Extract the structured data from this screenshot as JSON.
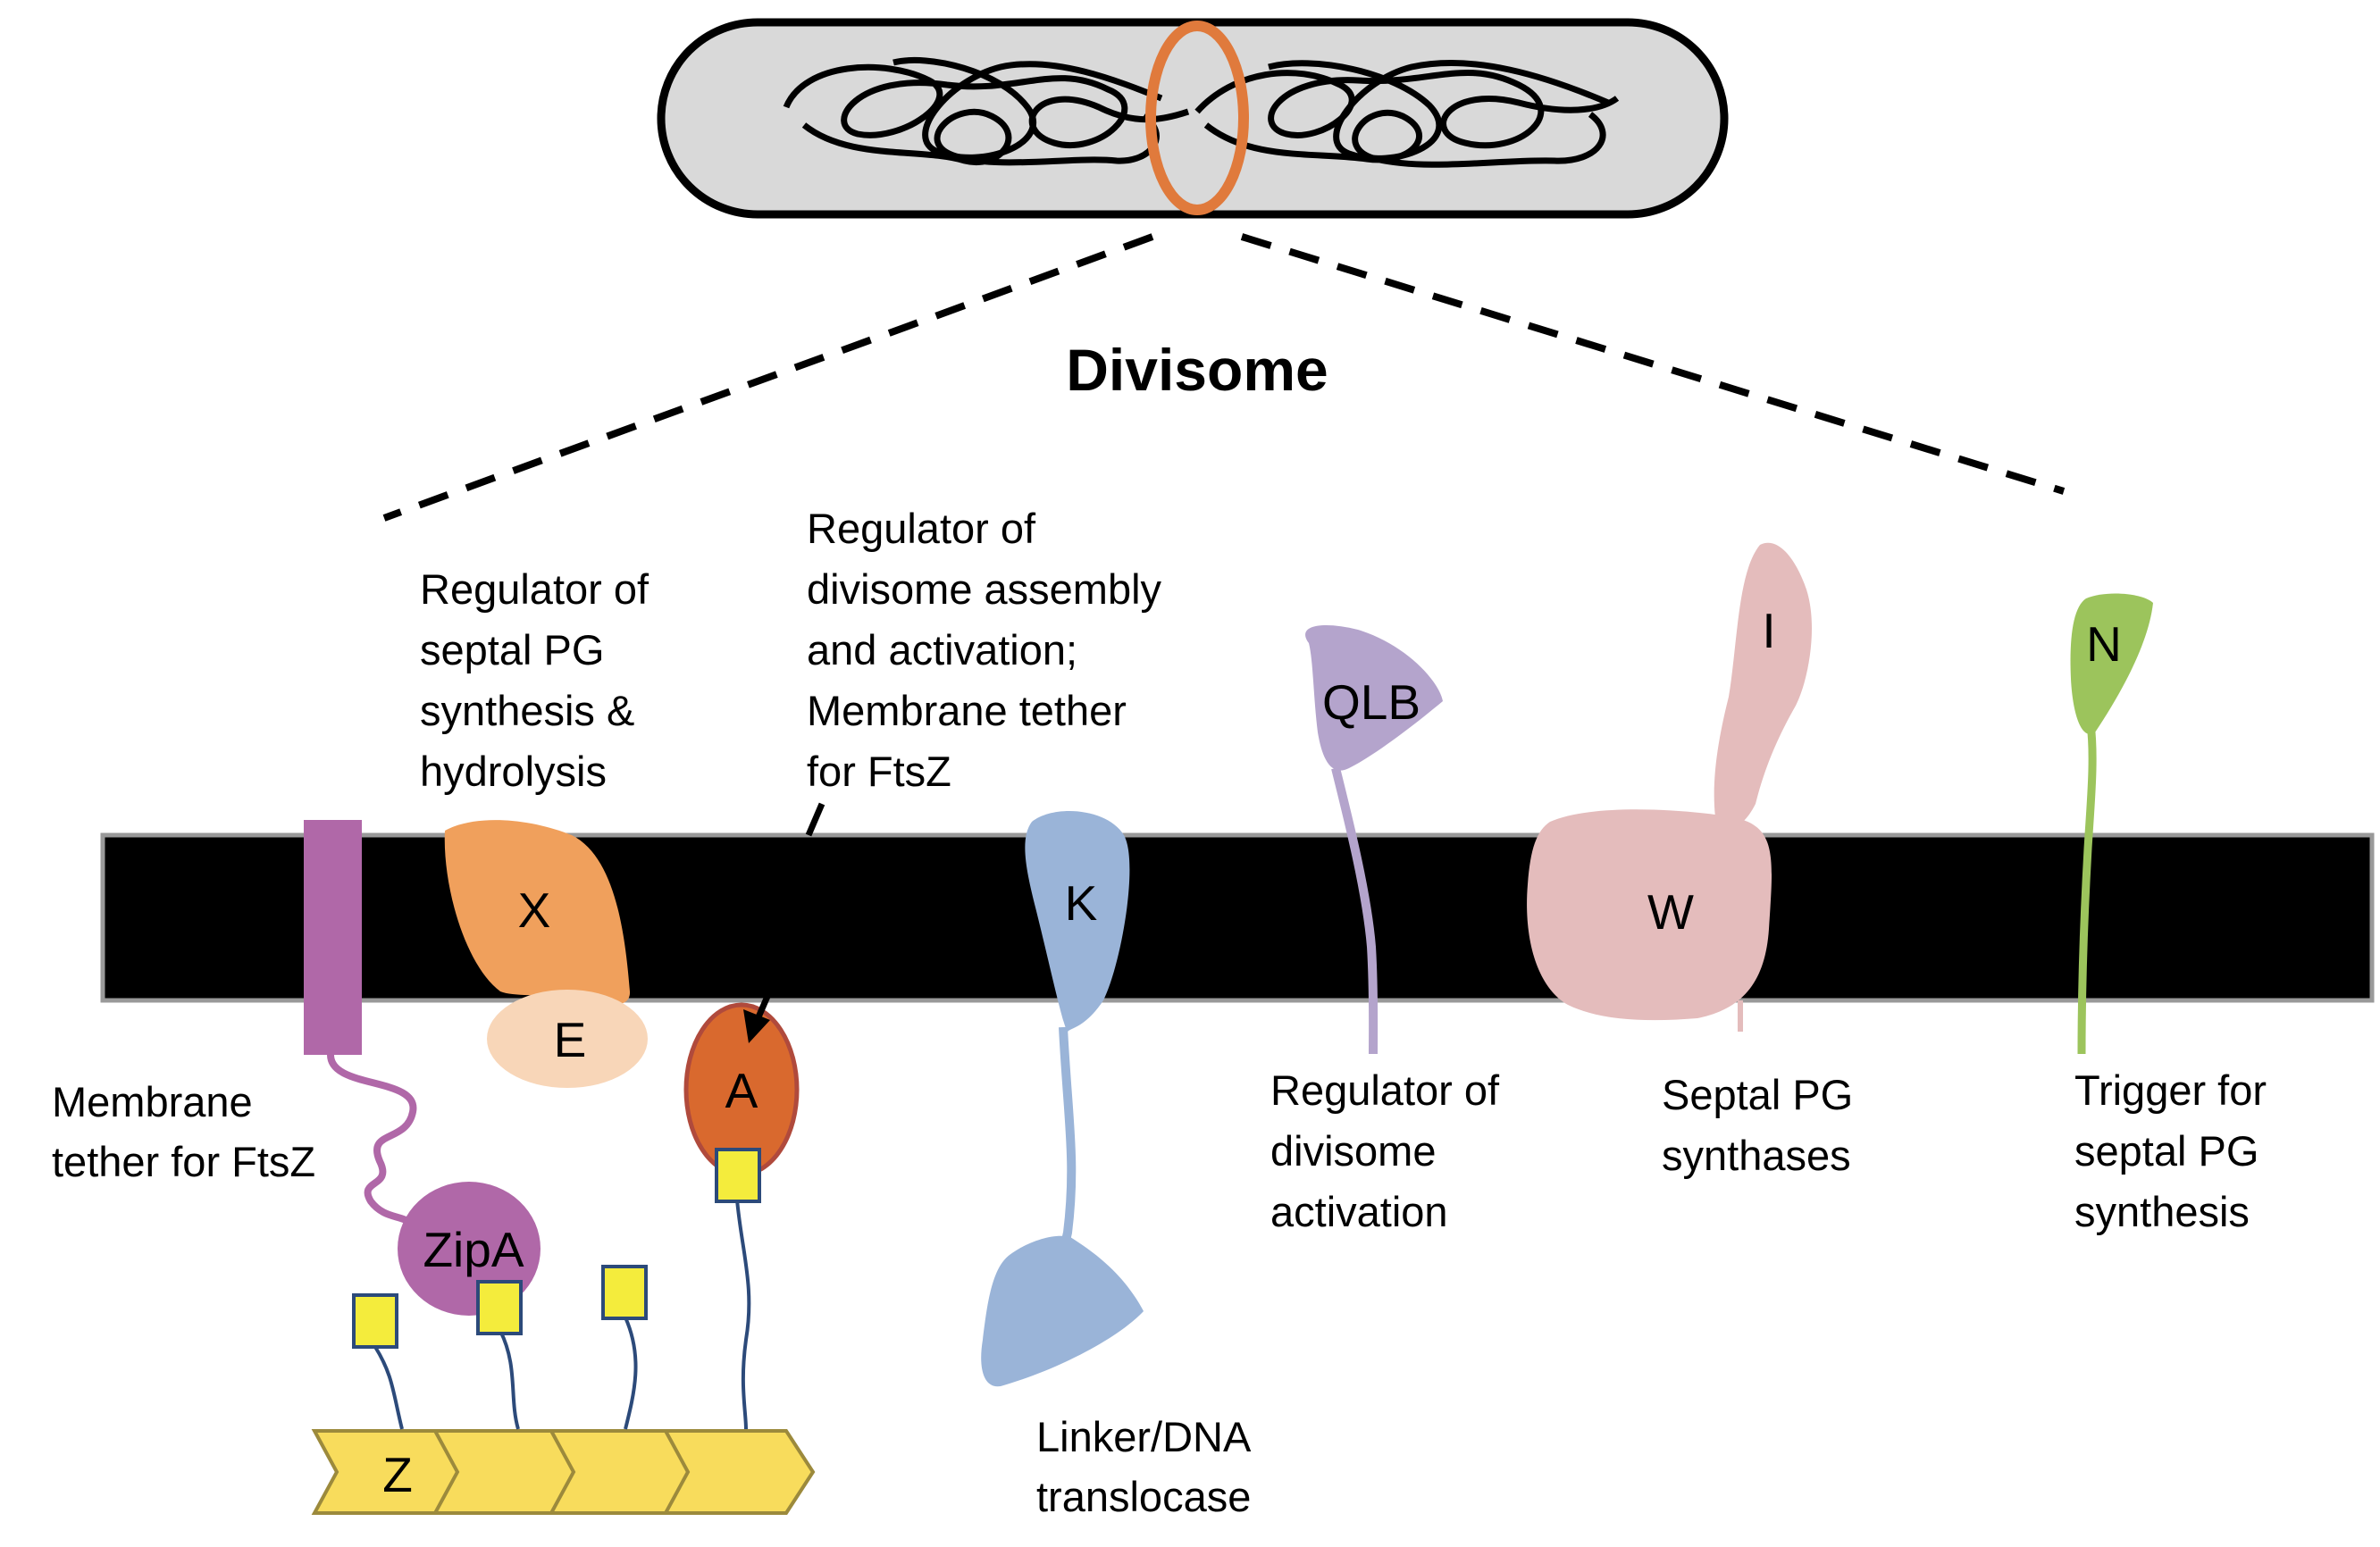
{
  "title": "Divisome",
  "proteins": {
    "X": "X",
    "E": "E",
    "A": "A",
    "ZipA": "ZipA",
    "Z": "Z",
    "K": "K",
    "QLB": "QLB",
    "W": "W",
    "I": "I",
    "N": "N"
  },
  "labels": {
    "membrane_tether": [
      "Membrane",
      "tether for FtsZ"
    ],
    "regulator_septal": [
      "Regulator of",
      "septal PG",
      "synthesis &",
      "hydrolysis"
    ],
    "regulator_assembly": [
      "Regulator of",
      "divisome assembly",
      "and activation;",
      "Membrane tether",
      "for FtsZ"
    ],
    "linker": [
      "Linker/DNA",
      "translocase"
    ],
    "regulator_activation": [
      "Regulator of",
      "divisome",
      "activation"
    ],
    "synthases": [
      "Septal PG",
      "synthases"
    ],
    "trigger": [
      "Trigger for",
      "septal PG",
      "synthesis"
    ]
  },
  "colors": {
    "membrane": "#000000",
    "cell_fill": "#d9d9d9",
    "division_ring": "#e07a3c",
    "ftsX": "#f0a05c",
    "ftsE": "#f8d6b8",
    "ftsA": "#d9692e",
    "zipA": "#b068a8",
    "ftsK": "#9ab4d8",
    "ftsQLB": "#b4a4cc",
    "ftsWI": "#e4bcbc",
    "ftsN": "#9cc45c",
    "ftsZ": "#f8dc5c",
    "tag": "#f4ec3c",
    "tether_line": "#2c4a7a"
  }
}
